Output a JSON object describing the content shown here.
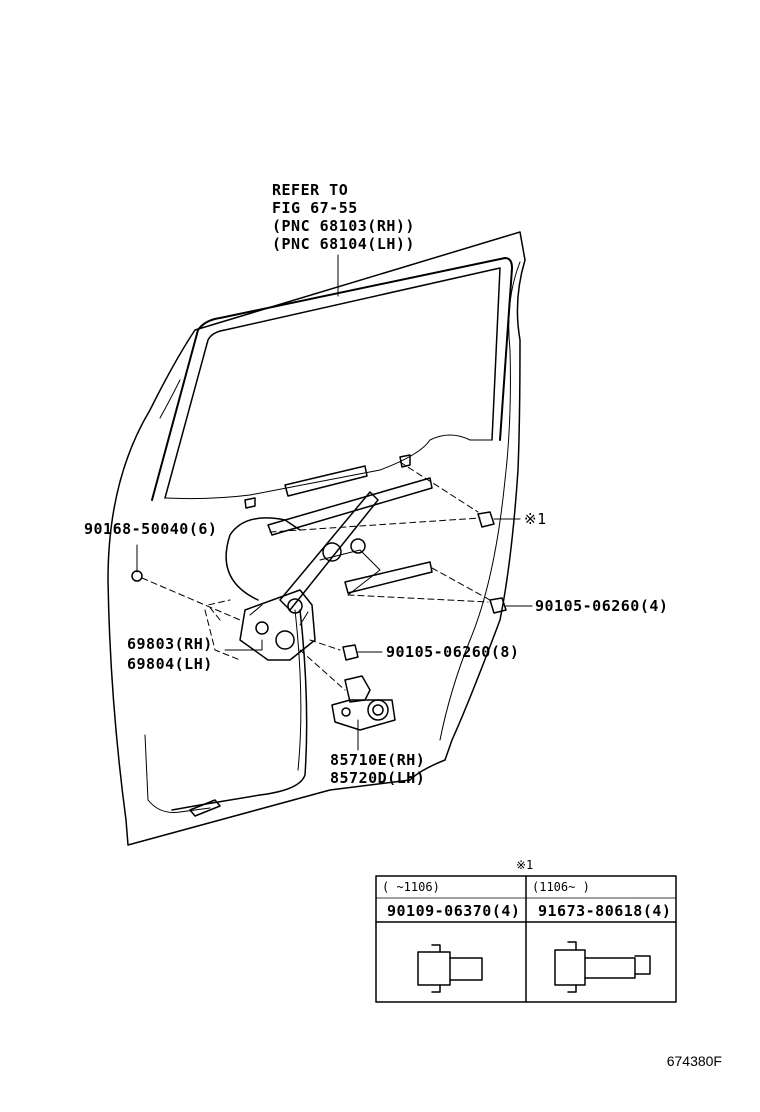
{
  "refer_note": {
    "line1": "REFER TO",
    "line2": "FIG 67-55",
    "line3": "(PNC 68103(RH))",
    "line4": "(PNC 68104(LH))"
  },
  "labels": {
    "screw_top_left": "90168-50040(6)",
    "regulator_rh": "69803(RH)",
    "regulator_lh": "69804(LH)",
    "bolt_right": "90105-06260(4)",
    "bolt_center": "90105-06260(8)",
    "motor_rh": "85710E(RH)",
    "motor_lh": "85720D(LH)",
    "note_marker": "※1"
  },
  "note_table": {
    "header": "※1",
    "col1_range": "(    ~1106)",
    "col2_range": "(1106~    )",
    "col1_part": "90109-06370(4)",
    "col2_part": "91673-80618(4)"
  },
  "figure_code": "674380F"
}
